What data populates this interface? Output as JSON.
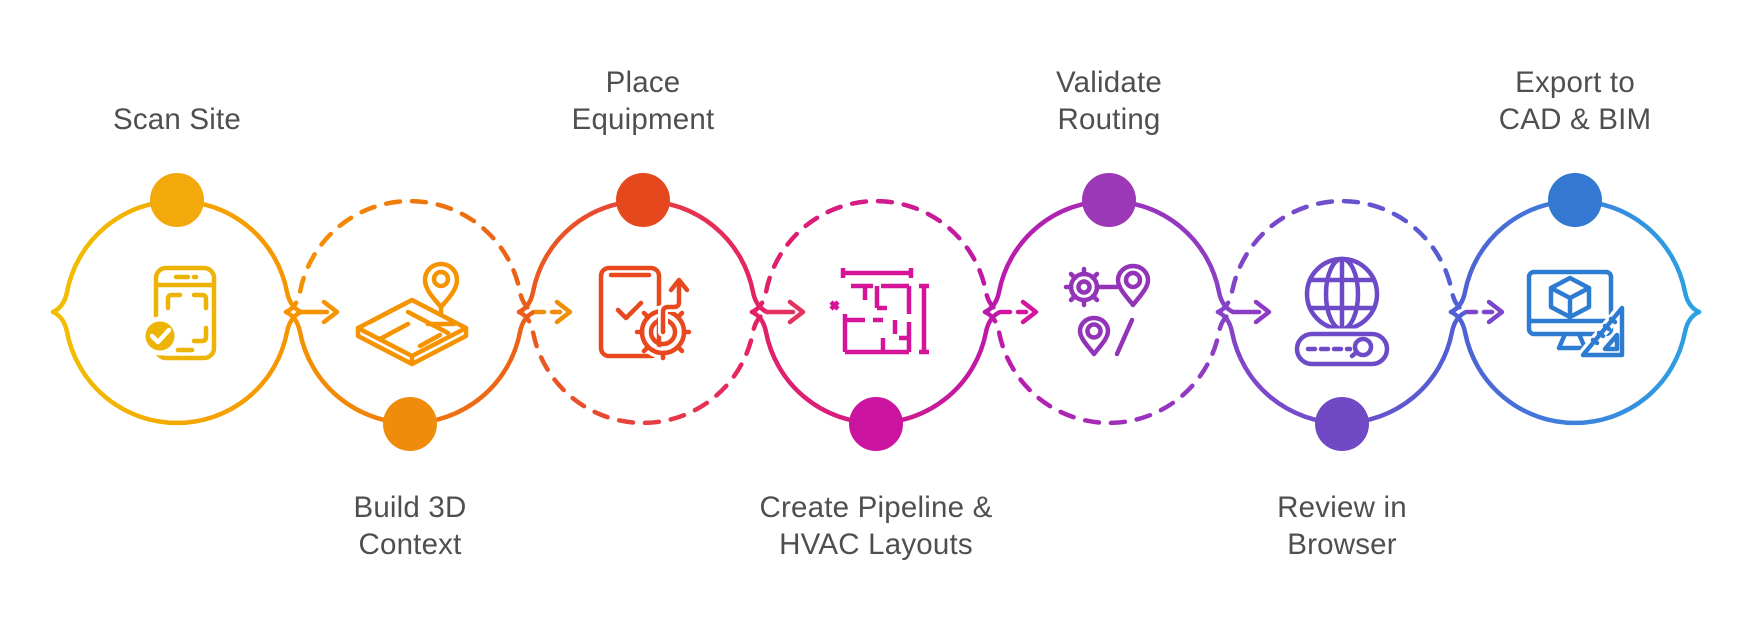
{
  "diagram": {
    "background": "#FFFFFF",
    "text_color": "#4E4F51",
    "steps": [
      {
        "label": "Scan Site",
        "label_position": "top",
        "dot_position": "top",
        "circle_style": "solid",
        "dot_color": "#F2A90C",
        "icon_color": "#EDB405",
        "icon": "scan-phone-icon",
        "gradient": [
          "#F3BE00",
          "#F59400"
        ]
      },
      {
        "label": "Build 3D\nContext",
        "label_position": "bottom",
        "dot_position": "bottom",
        "circle_style": "dashed-top",
        "dot_color": "#F08C0C",
        "icon_color": "#F59300",
        "icon": "map-3d-icon",
        "gradient": [
          "#F59400",
          "#EA5E19"
        ]
      },
      {
        "label": "Place\nEquipment",
        "label_position": "top",
        "dot_position": "top",
        "circle_style": "dashed-bottom",
        "dot_color": "#E5481D",
        "icon_color": "#E8481E",
        "icon": "equipment-gear-icon",
        "gradient": [
          "#EA5E19",
          "#E42066"
        ]
      },
      {
        "label": "Create Pipeline &\nHVAC Layouts",
        "label_position": "bottom",
        "dot_position": "bottom",
        "circle_style": "dashed-top",
        "dot_color": "#CB15A0",
        "icon_color": "#D6149A",
        "icon": "floorplan-icon",
        "gradient": [
          "#E42066",
          "#BE18AA"
        ]
      },
      {
        "label": "Validate\nRouting",
        "label_position": "top",
        "dot_position": "top",
        "circle_style": "dashed-bottom",
        "dot_color": "#9C38B8",
        "icon_color": "#9334B8",
        "icon": "routing-pins-icon",
        "gradient": [
          "#BE18AA",
          "#8642C6"
        ]
      },
      {
        "label": "Review in\nBrowser",
        "label_position": "bottom",
        "dot_position": "bottom",
        "circle_style": "dashed-top",
        "dot_color": "#7149C5",
        "icon_color": "#6C4AC8",
        "icon": "globe-search-icon",
        "gradient": [
          "#8642C6",
          "#505FD4"
        ]
      },
      {
        "label": "Export to\nCAD & BIM",
        "label_position": "top",
        "dot_position": "top",
        "circle_style": "solid",
        "dot_color": "#3479D1",
        "icon_color": "#2E7CD2",
        "icon": "cad-monitor-icon",
        "gradient": [
          "#505FD4",
          "#2AA2E2"
        ]
      }
    ],
    "connectors": [
      {
        "from": 1,
        "to": 2,
        "style": "solid",
        "color": "#F59400"
      },
      {
        "from": 2,
        "to": 3,
        "style": "dashed",
        "color": "#F18C07"
      },
      {
        "from": 3,
        "to": 4,
        "style": "solid",
        "color": "#E6305F"
      },
      {
        "from": 4,
        "to": 5,
        "style": "dashed",
        "color": "#D514A2"
      },
      {
        "from": 5,
        "to": 6,
        "style": "solid",
        "color": "#8B3CC5"
      },
      {
        "from": 6,
        "to": 7,
        "style": "dashed",
        "color": "#7A45CC"
      }
    ]
  }
}
